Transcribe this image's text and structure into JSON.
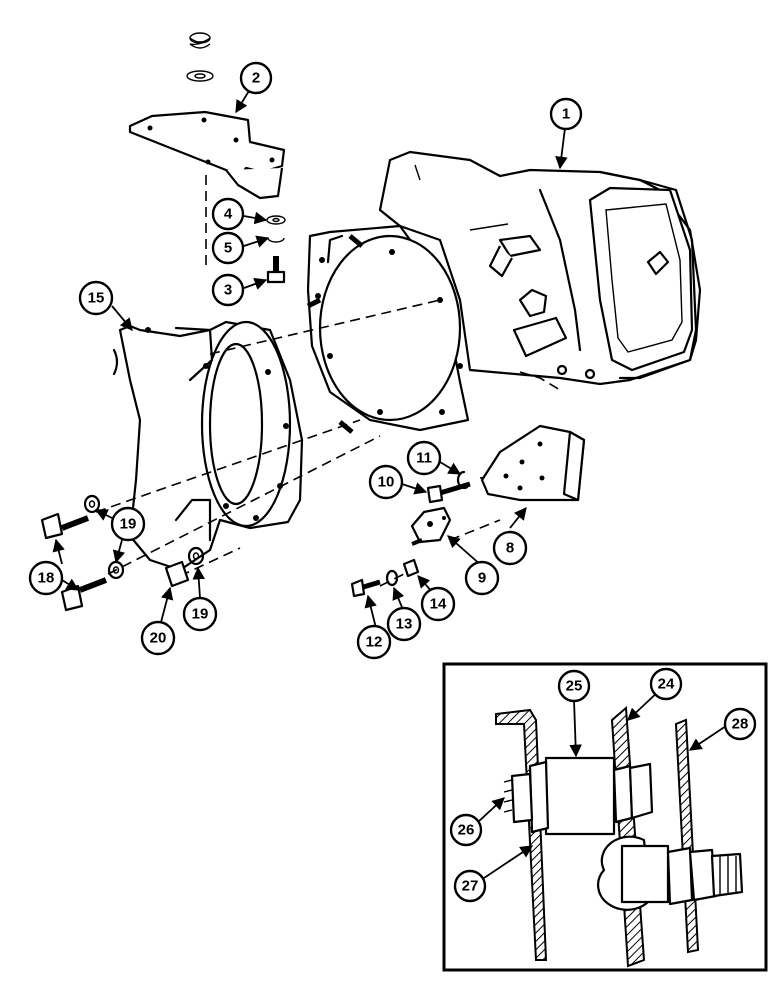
{
  "callouts": {
    "c1": "1",
    "c2": "2",
    "c3": "3",
    "c4": "4",
    "c5": "5",
    "c8": "8",
    "c9": "9",
    "c10": "10",
    "c11": "11",
    "c12": "12",
    "c13": "13",
    "c14": "14",
    "c15": "15",
    "c18": "18",
    "c19a": "19",
    "c19b": "19",
    "c19c": "19",
    "c20": "20",
    "c24": "24",
    "c25": "25",
    "c26": "26",
    "c27": "27",
    "c28": "28"
  }
}
